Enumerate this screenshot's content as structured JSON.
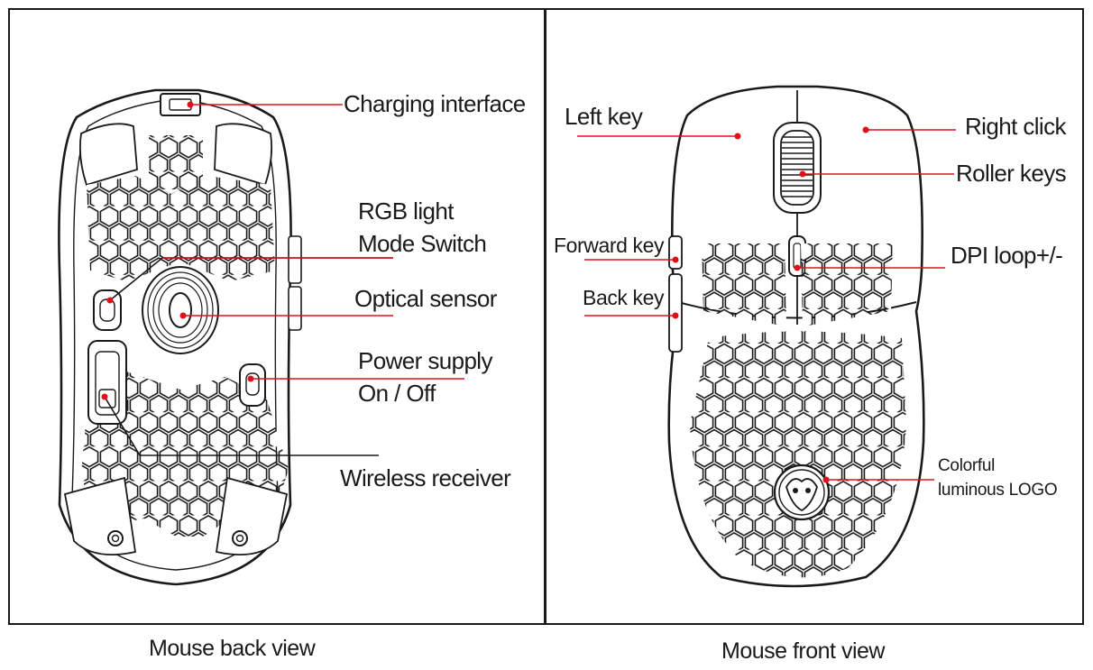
{
  "colors": {
    "accent": "#e0101b",
    "line": "#1a1a1a"
  },
  "back": {
    "labels": {
      "charging": "Charging interface",
      "rgb1": "RGB light",
      "rgb2": "Mode Switch",
      "optical": "Optical sensor",
      "power1": "Power supply",
      "power2": "On / Off",
      "wireless": "Wireless receiver"
    },
    "caption": "Mouse back view"
  },
  "front": {
    "labels": {
      "left_key": "Left key",
      "right_click": "Right click",
      "roller": "Roller keys",
      "forward": "Forward key",
      "dpi": "DPI loop+/-",
      "back_key": "Back key",
      "logo1": "Colorful",
      "logo2": "luminous LOGO"
    },
    "caption": "Mouse front view"
  }
}
